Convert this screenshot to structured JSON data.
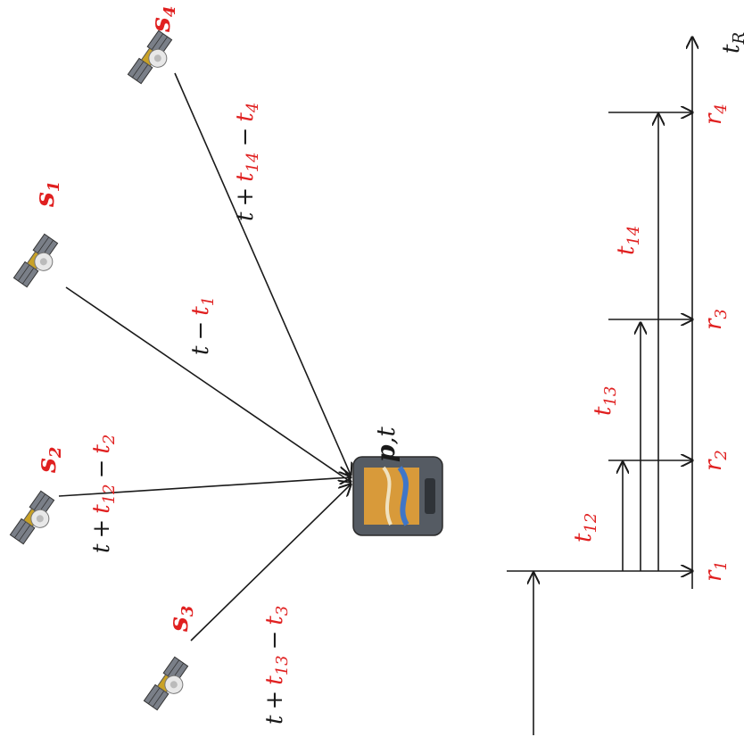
{
  "satellites": [
    {
      "id": "s1",
      "label": "s",
      "sub": "1"
    },
    {
      "id": "s2",
      "label": "s",
      "sub": "2"
    },
    {
      "id": "s3",
      "label": "s",
      "sub": "3"
    },
    {
      "id": "s4",
      "label": "s",
      "sub": "4"
    }
  ],
  "device": {
    "label_p": "p",
    "label_sep": ",",
    "label_t": "t"
  },
  "signal_labels": {
    "s1": {
      "t": "t",
      "op": "−",
      "term_t": "t",
      "term_sub": "1"
    },
    "s2": {
      "t": "t",
      "op1": "+",
      "term1_t": "t",
      "term1_sub": "12",
      "op2": "−",
      "term2_t": "t",
      "term2_sub": "2"
    },
    "s3": {
      "t": "t",
      "op1": "+",
      "term1_t": "t",
      "term1_sub": "13",
      "op2": "−",
      "term2_t": "t",
      "term2_sub": "3"
    },
    "s4": {
      "t": "t",
      "op1": "+",
      "term1_t": "t",
      "term1_sub": "14",
      "op2": "−",
      "term2_t": "t",
      "term2_sub": "4"
    }
  },
  "timeline": {
    "axis_t": "t",
    "axis_sub": "R",
    "receipts": [
      {
        "r": "r",
        "sub": "1"
      },
      {
        "r": "r",
        "sub": "2"
      },
      {
        "r": "r",
        "sub": "3"
      },
      {
        "r": "r",
        "sub": "4"
      }
    ],
    "offsets": [
      {
        "t": "t",
        "sub": "12"
      },
      {
        "t": "t",
        "sub": "13"
      },
      {
        "t": "t",
        "sub": "14"
      }
    ]
  }
}
